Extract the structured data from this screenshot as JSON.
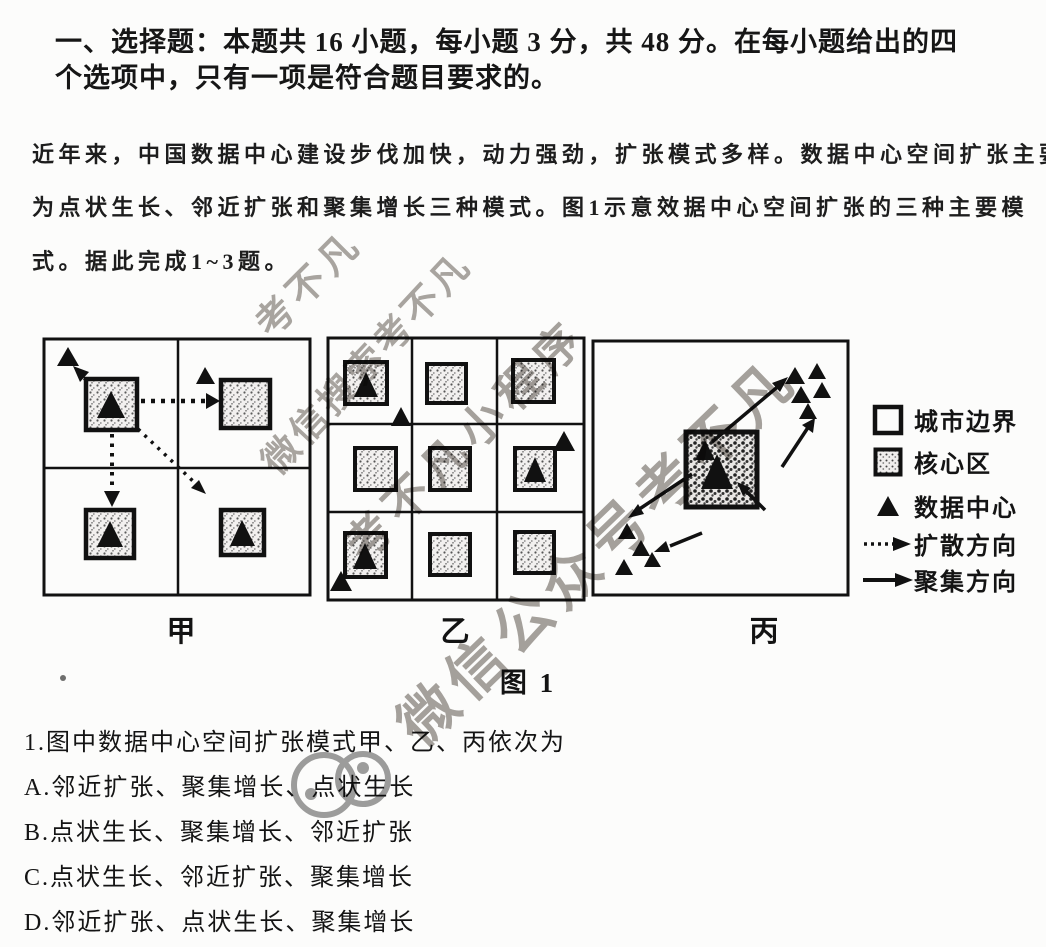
{
  "header": {
    "line1": "一、选择题：本题共 16 小题，每小题 3 分，共 48 分。在每小题给出的四",
    "line2": "个选项中，只有一项是符合题目要求的。"
  },
  "passage": {
    "line1": "近年来，中国数据中心建设步伐加快，动力强劲，扩张模式多样。数据中心空间扩张主要",
    "line2": "为点状生长、邻近扩张和聚集增长三种模式。图1示意效据中心空间扩张的三种主要模",
    "line3": "式。据此完成1~3题。"
  },
  "figure": {
    "caption": "图 1",
    "panels": [
      {
        "id": "jia",
        "label": "甲"
      },
      {
        "id": "yi",
        "label": "乙"
      },
      {
        "id": "bing",
        "label": "丙"
      }
    ],
    "legend": [
      {
        "icon": "city-boundary-square-icon",
        "label": "城市边界"
      },
      {
        "icon": "core-area-square-icon",
        "label": "核心区"
      },
      {
        "icon": "data-center-triangle-icon",
        "label": "数据中心"
      },
      {
        "icon": "diffusion-dashed-arrow-icon",
        "label": "扩散方向"
      },
      {
        "icon": "aggregation-solid-arrow-icon",
        "label": "聚集方向"
      }
    ]
  },
  "question": {
    "stem": "1.图中数据中心空间扩张模式甲、乙、丙依次为",
    "options": [
      "A.邻近扩张、聚集增长、点状生长",
      "B.点状生长、聚集增长、邻近扩张",
      "C.点状生长、邻近扩张、聚集增长",
      "D.邻近扩张、点状生长、聚集增长"
    ]
  },
  "watermarks": {
    "items": [
      "考不凡",
      "微信搜索考不凡",
      "考不凡小程序",
      "微信公众号考不凡"
    ]
  },
  "colors": {
    "ink": "#111111",
    "watermark": "#928d88",
    "paper": "#fcfcfb"
  }
}
